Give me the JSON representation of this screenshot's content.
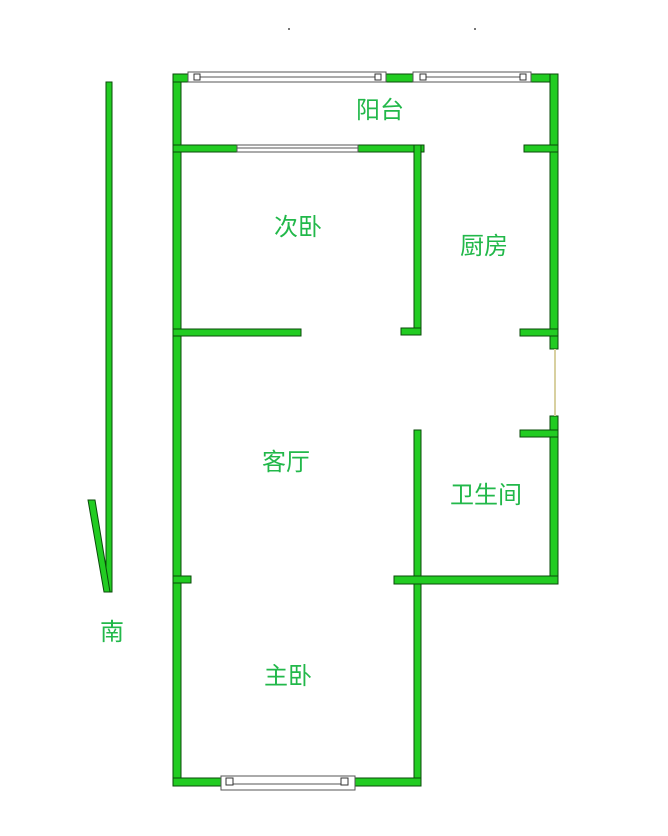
{
  "rooms": {
    "balcony": "阳台",
    "second_bedroom": "次卧",
    "kitchen": "厨房",
    "living_room": "客厅",
    "bathroom": "卫生间",
    "master_bedroom": "主卧"
  },
  "compass": {
    "label": "南"
  },
  "colors": {
    "wall": "#22cc22",
    "label": "#22b84a",
    "background": "#ffffff"
  }
}
